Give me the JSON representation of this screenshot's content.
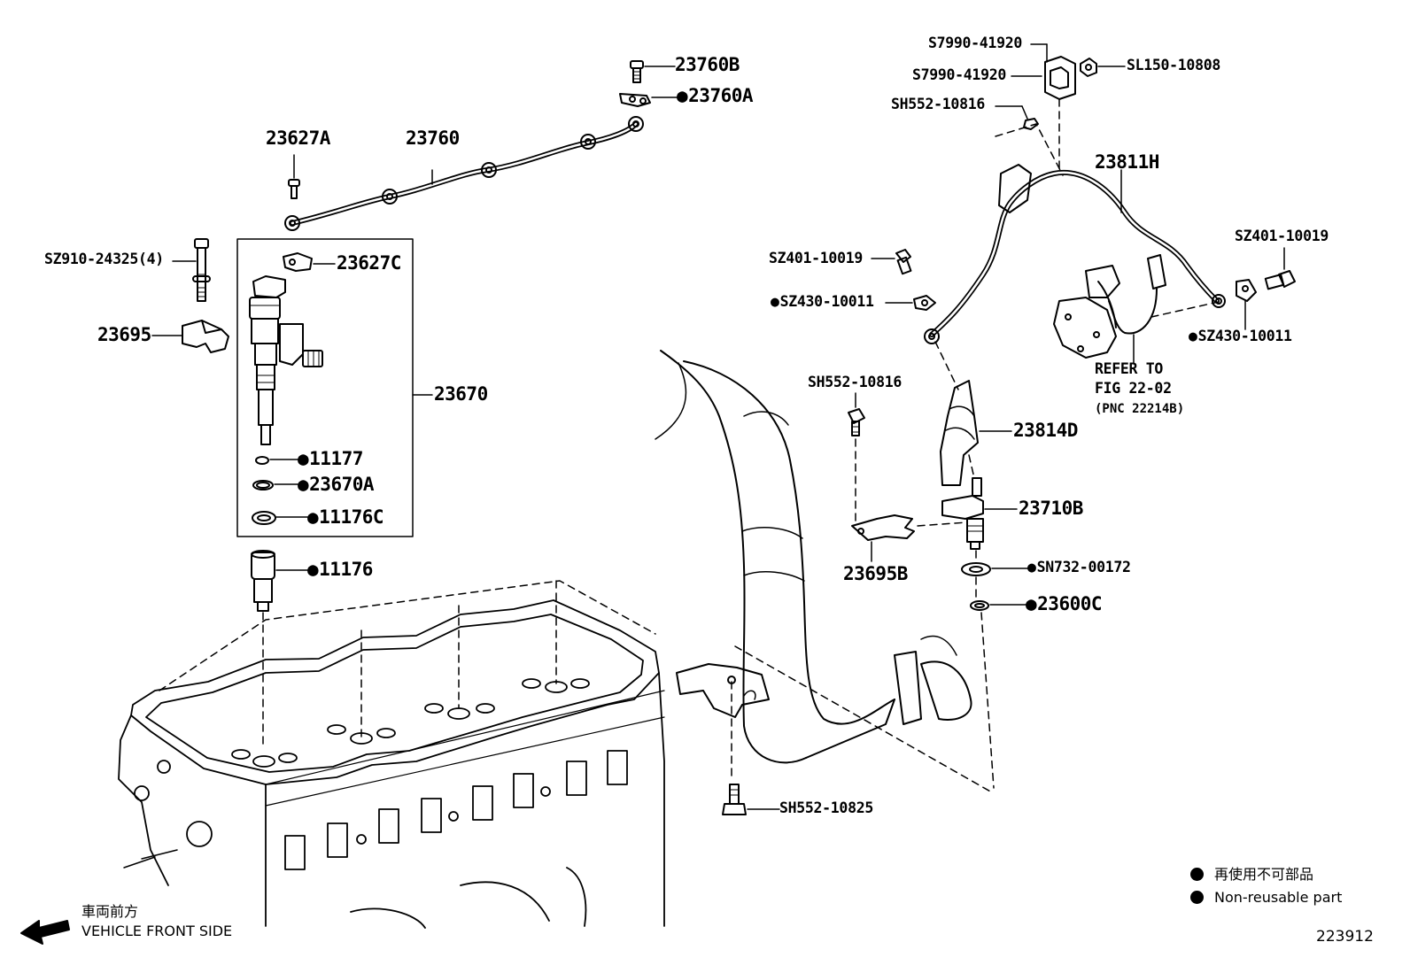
{
  "parts": {
    "p23760B": "23760B",
    "p23760A": "23760A",
    "p23627A": "23627A",
    "p23760": "23760",
    "pSZ910": "SZ910-24325(4)",
    "p23627C": "23627C",
    "p23695": "23695",
    "p23670": "23670",
    "p11177": "11177",
    "p23670A": "23670A",
    "p11176C": "11176C",
    "p11176": "11176",
    "pS7990a": "S7990-41920",
    "pS7990b": "S7990-41920",
    "pSL150": "SL150-10808",
    "pSH552a": "SH552-10816",
    "p23811H": "23811H",
    "pSZ401a": "SZ401-10019",
    "pSZ430a": "SZ430-10011",
    "pSZ401b": "SZ401-10019",
    "pSZ430b": "SZ430-10011",
    "pSH552b": "SH552-10816",
    "p23814D": "23814D",
    "p23710B": "23710B",
    "p23695B": "23695B",
    "pSN732": "SN732-00172",
    "p23600C": "23600C",
    "pSH552c": "SH552-10825"
  },
  "refer": {
    "line1": "REFER TO",
    "line2": "FIG 22-02",
    "line3": "(PNC 22214B)"
  },
  "legend": {
    "jp": "再使用不可部品",
    "en": "Non-reusable part"
  },
  "direction": {
    "jp": "車両前方",
    "en": "VEHICLE FRONT SIDE"
  },
  "figure_id": "223912"
}
